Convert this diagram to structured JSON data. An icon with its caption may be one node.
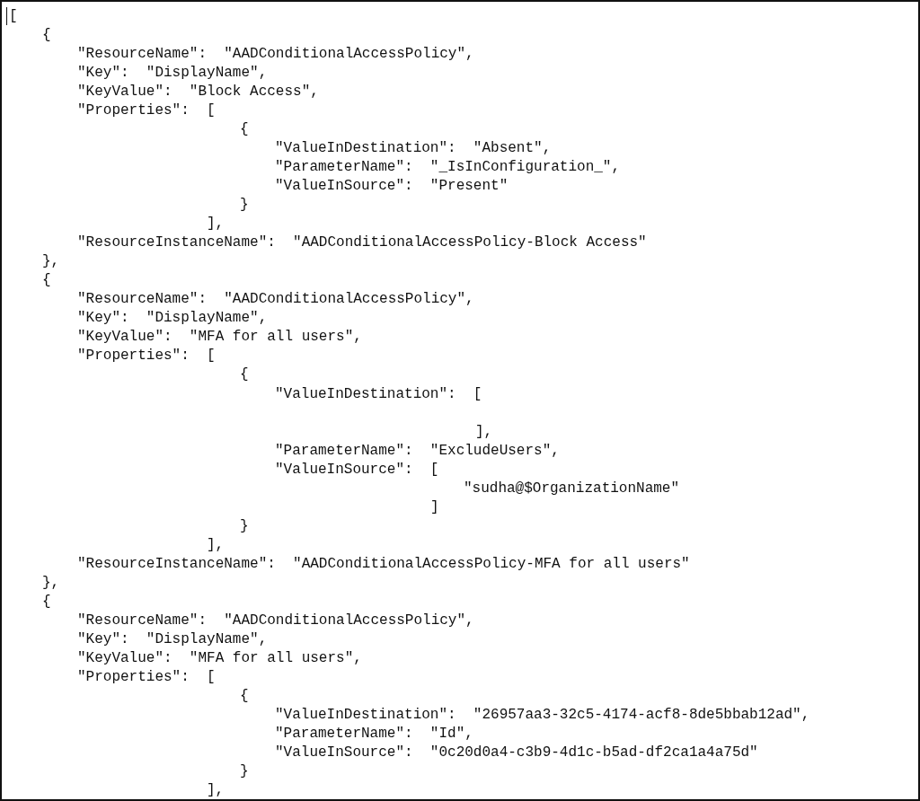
{
  "diagram": {
    "labels": [
      "[",
      "{",
      "\"ResourceName\":  \"AADConditionalAccessPolicy\",",
      "\"Key\":  \"DisplayName\",",
      "\"KeyValue\":  \"Block Access\",",
      "\"Properties\":  [",
      "{",
      "\"ValueInDestination\":  \"Absent\",",
      "\"ParameterName\":  \"_IsInConfiguration_\",",
      "\"ValueInSource\":  \"Present\"",
      "}",
      "],",
      "\"ResourceInstanceName\":  \"AADConditionalAccessPolicy-Block Access\"",
      "},",
      "{",
      "\"ResourceName\":  \"AADConditionalAccessPolicy\",",
      "\"Key\":  \"DisplayName\",",
      "\"KeyValue\":  \"MFA for all users\",",
      "\"Properties\":  [",
      "{",
      "\"ValueInDestination\":  [",
      "],",
      "\"ParameterName\":  \"ExcludeUsers\",",
      "\"ValueInSource\":  [",
      "\"sudha@$OrganizationName\"",
      "]",
      "}",
      "],",
      "\"ResourceInstanceName\":  \"AADConditionalAccessPolicy-MFA for all users\"",
      "},",
      "{",
      "\"ResourceName\":  \"AADConditionalAccessPolicy\",",
      "\"Key\":  \"DisplayName\",",
      "\"KeyValue\":  \"MFA for all users\",",
      "\"Properties\":  [",
      "{",
      "\"ValueInDestination\":  \"26957aa3-32c5-4174-acf8-8de5bbab12ad\",",
      "\"ParameterName\":  \"Id\",",
      "\"ValueInSource\":  \"0c20d0a4-c3b9-4d1c-b5ad-df2ca1a4a75d\"",
      "}",
      "],"
    ]
  }
}
